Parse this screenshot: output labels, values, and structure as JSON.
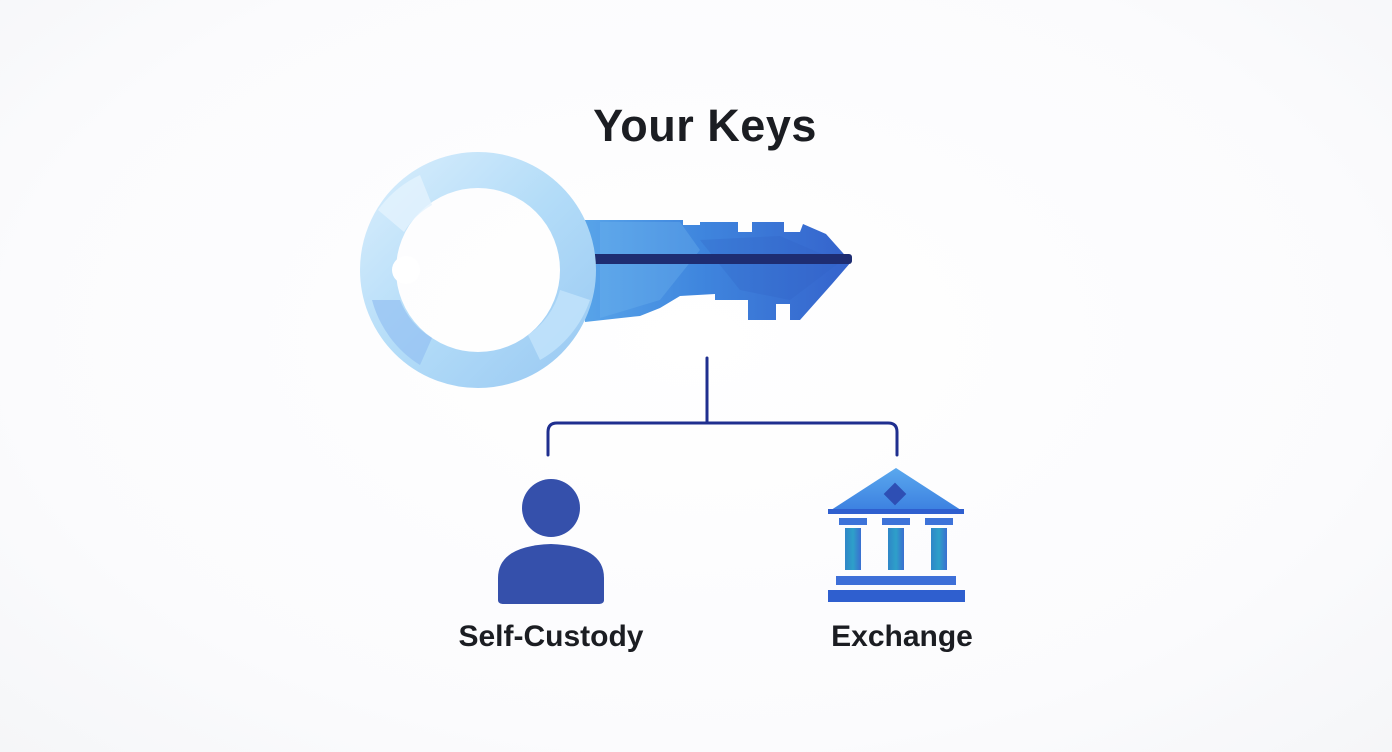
{
  "diagram": {
    "title": "Your Keys",
    "nodes": [
      {
        "id": "self-custody",
        "label": "Self-Custody",
        "icon": "person-icon"
      },
      {
        "id": "exchange",
        "label": "Exchange",
        "icon": "bank-building-icon"
      }
    ],
    "root_icon": "key-icon",
    "colors": {
      "title": "#1b1d22",
      "connector": "#1f2f8f",
      "person": "#3550ab",
      "building": "#3f7fe0",
      "key_ring": "#a9d4f7",
      "key_blade": "#3d78d8"
    }
  }
}
